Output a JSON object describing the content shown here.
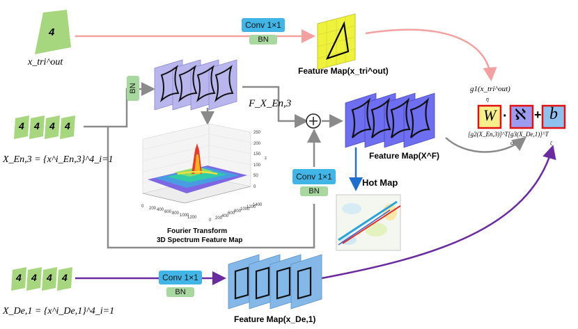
{
  "colors": {
    "tri_arrow": "#f4a0a0",
    "gray_arrow": "#8a8a8a",
    "purple_arrow": "#6a2aa0",
    "conv_box": "#41b6e6",
    "bn_box": "#a8d8a0",
    "doc_green": "#a6d77f",
    "enc_map": "#b9b6ee",
    "fused_map": "#6e6ef0",
    "dec_map": "#84b8e8",
    "tri_map": "#eef23a",
    "hot_blue": "#1f6fd1"
  },
  "inputs": {
    "tri_doc_glyph": "4",
    "tri_label": "x_tri^out",
    "enc_glyph": "4",
    "enc_label": "X_En,3 = {x^i_En,3}^4_i=1",
    "dec_glyph": "4",
    "dec_label": "X_De,1 = {x^i_De,1}^4_i=1"
  },
  "ops": {
    "conv_label": "Conv 1×1",
    "bn_label": "BN",
    "plus_symbol": "⊕"
  },
  "features": {
    "tri_map_title": "Feature Map(x_tri^out)",
    "f_en_label": "F_X_En,3",
    "fused_title": "Feature Map(X^F)",
    "dec_title": "Feature Map(x_De,1)",
    "hot_map_title": "Hot Map"
  },
  "spectrum": {
    "caption_line1": "Fourier Transform",
    "caption_line2": "3D Spectrum Feature Map",
    "z_ticks": [
      "250",
      "200",
      "150",
      "100",
      "50",
      "0"
    ],
    "z_axis_label": "z",
    "x_ticks": [
      "0",
      "200",
      "400",
      "600",
      "800",
      "1000",
      "1200"
    ],
    "y_ticks": [
      "0",
      "200",
      "400",
      "600",
      "800",
      "1000",
      "1200",
      "1400"
    ]
  },
  "formula": {
    "g1_label": "g1(x_tri^out)",
    "g1_sub": "η",
    "w_symbol": "W",
    "dot_symbol": "·",
    "aleph_symbol": "ℵ",
    "plus_symbol": "+",
    "b_symbol": "b",
    "g2g3_label": "[g2(X_En,3)]^T[g3(X_De,1)]^T",
    "g2_sub": "ϖ",
    "g3_sub": "ζ"
  }
}
